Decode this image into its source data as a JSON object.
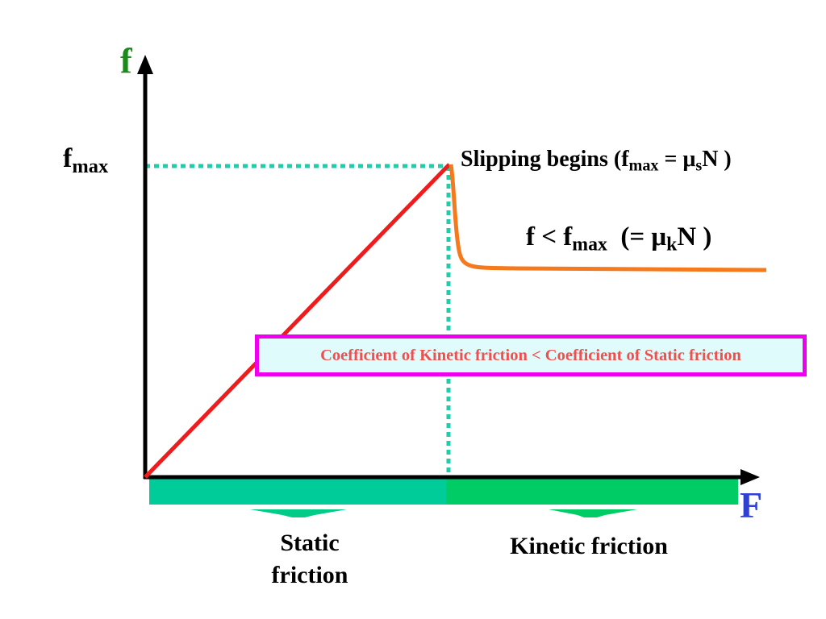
{
  "axes": {
    "y_label": "f",
    "x_label": "F"
  },
  "fmax_label": {
    "main": "f",
    "sub": "max"
  },
  "slipping": {
    "text": "Slipping begins (",
    "f": "f",
    "max": "max",
    "eq": " = ",
    "mu": "μ",
    "s": "s",
    "tail": "N )"
  },
  "kinetic_eq": {
    "pre": "f < f",
    "max": "max",
    "mid": "  (= ",
    "mu": "μ",
    "k": "k",
    "tail": "N )"
  },
  "coefficient_note": "Coefficient of Kinetic friction < Coefficient of Static friction",
  "regions": {
    "static_line1": "Static",
    "static_line2": "friction",
    "kinetic": "Kinetic friction"
  },
  "colors": {
    "axis": "#000000",
    "static_line": "#ee1c1c",
    "kinetic_curve": "#f57a1e",
    "guide_dotted": "#22ccaa",
    "static_band": "#00cc99",
    "kinetic_band": "#00cc66",
    "note_border": "#ee00ee",
    "note_bg": "#dffbfb",
    "note_text": "#ee5050",
    "y_label": "#1a8a1a",
    "x_label": "#3040d0"
  }
}
